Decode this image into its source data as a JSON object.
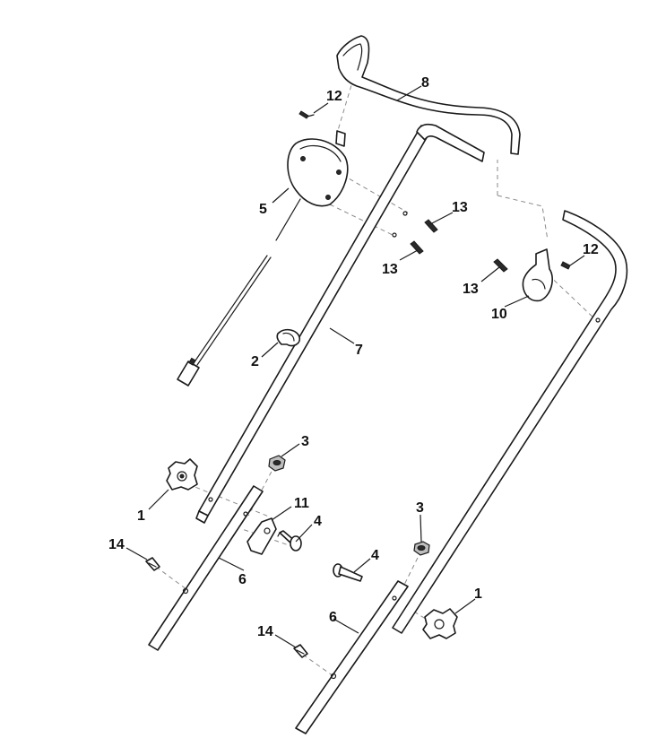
{
  "callouts": {
    "c1a": "1",
    "c1b": "1",
    "c2": "2",
    "c3a": "3",
    "c3b": "3",
    "c4a": "4",
    "c4b": "4",
    "c5": "5",
    "c6a": "6",
    "c6b": "6",
    "c7": "7",
    "c8": "8",
    "c10": "10",
    "c11": "11",
    "c12a": "12",
    "c12b": "12",
    "c13a": "13",
    "c13b": "13",
    "c13c": "13",
    "c14a": "14",
    "c14b": "14"
  },
  "colors": {
    "line": "#1a1a1a",
    "background": "#ffffff",
    "assembly_line": "#8a8a8a",
    "fill_dark": "#2a2a2a"
  }
}
